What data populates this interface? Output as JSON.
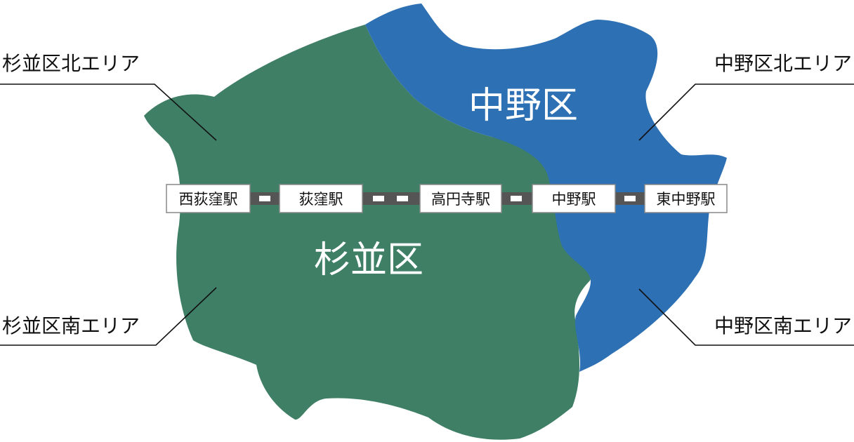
{
  "wards": {
    "suginami": {
      "name": "杉並区",
      "color": "#3e7f66"
    },
    "nakano": {
      "name": "中野区",
      "color": "#2d70b3"
    }
  },
  "area_labels": {
    "suginami_north": "杉並区北エリア",
    "suginami_south": "杉並区南エリア",
    "nakano_north": "中野区北エリア",
    "nakano_south": "中野区南エリア"
  },
  "stations": [
    {
      "name": "西荻窪駅"
    },
    {
      "name": "荻窪駅"
    },
    {
      "name": "高円寺駅"
    },
    {
      "name": "中野駅"
    },
    {
      "name": "東中野駅"
    }
  ],
  "railway_color": "#555555"
}
